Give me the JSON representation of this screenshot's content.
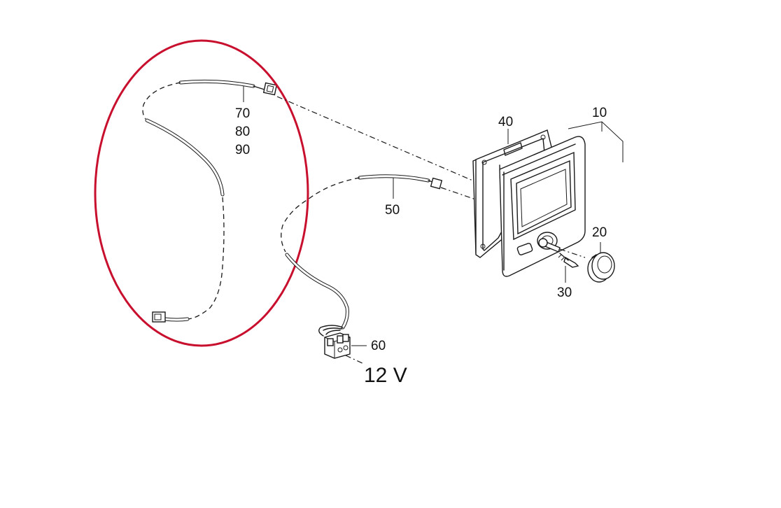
{
  "diagram": {
    "labels": {
      "p10": "10",
      "p20": "20",
      "p30": "30",
      "p40": "40",
      "p50": "50",
      "p60": "60",
      "p70": "70",
      "p80": "80",
      "p90": "90",
      "voltage": "12 V"
    },
    "highlight_color": "#c8102e",
    "line_color": "#1a1a1a"
  }
}
